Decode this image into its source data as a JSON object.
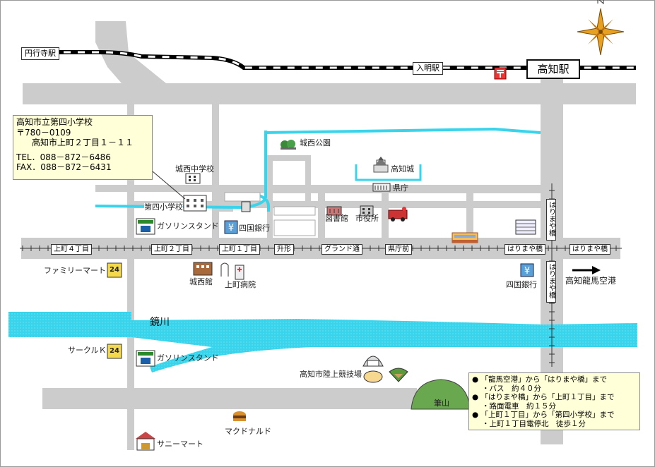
{
  "stations": {
    "enkouji": "円行寺駅",
    "iriake": "入明駅",
    "kochi": "高知駅"
  },
  "school_info": {
    "name": "高知市立第四小学校",
    "postal": "〒780－0109",
    "address": "高知市上町２丁目１－１１",
    "tel": "TEL．088－872－6486",
    "fax": "FAX．088－872－6431"
  },
  "tram_stops": [
    "上町４丁目",
    "上町２丁目",
    "上町１丁目",
    "升形",
    "グランド通",
    "県庁前",
    "はりまや橋",
    "はりまや橋"
  ],
  "vertical_stops": {
    "harimaya_north": "はりまや橋",
    "harimaya_south": "はりまや橋"
  },
  "landmarks": {
    "josei_park": "城西公園",
    "kochi_castle": "高知城",
    "prefecture_office": "県庁",
    "josei_junior_high": "城西中学校",
    "daiyon_elementary": "第四小学校",
    "library": "図書館",
    "city_hall": "市役所",
    "gas_station_1": "ガソリンスタンド",
    "shikoku_bank_1": "四国銀行",
    "family_mart": "ファミリーマート",
    "joseikan": "城西館",
    "kamimachi_hospital": "上町病院",
    "shikoku_bank_2": "四国銀行",
    "airport_arrow": "高知龍馬空港",
    "kagami_river": "鏡川",
    "circle_k": "サークルＫ",
    "gas_station_2": "ガソリンスタンド",
    "stadium": "高知市陸上競技場",
    "mt_tsukiyama": "筆山",
    "mcdonalds": "マクドナルド",
    "sunny_mart": "サニーマート",
    "conv_badge": "24"
  },
  "access": [
    {
      "bullet": "●",
      "text": "「龍馬空港」から「はりまや橋」まで"
    },
    {
      "bullet": "",
      "text": "・バス　約４０分"
    },
    {
      "bullet": "●",
      "text": "「はりまや橋」から「上町１丁目」まで"
    },
    {
      "bullet": "",
      "text": "・路面電車　約１５分"
    },
    {
      "bullet": "●",
      "text": "「上町１丁目」から「第四小学校」まで"
    },
    {
      "bullet": "",
      "text": "・上町１丁目電停北　徒歩１分"
    }
  ],
  "colors": {
    "road": "#cccccc",
    "river": "#38d4ec",
    "railway": "#000000",
    "info_bg": "#ffffd8",
    "compass": "#e8a020"
  },
  "icons": [
    "compass-rose-icon",
    "post-office-icon",
    "tram-icon",
    "fire-truck-icon",
    "building-icon",
    "bank-icon",
    "school-icon",
    "castle-icon",
    "park-icon",
    "gas-station-icon",
    "hospital-icon",
    "stadium-icon",
    "baseball-field-icon",
    "hamburger-icon",
    "shop-icon"
  ]
}
